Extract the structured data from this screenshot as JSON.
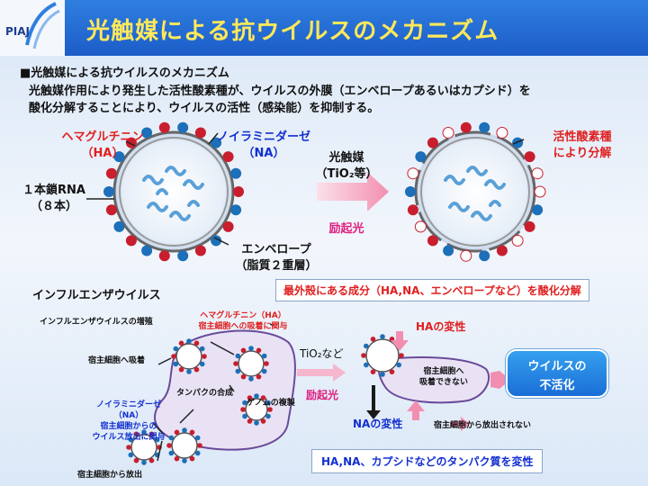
{
  "header": {
    "logo_text": "PIAJ",
    "title": "光触媒による抗ウイルスのメカニズム"
  },
  "intro": {
    "heading": "■光触媒による抗ウイルスのメカニズム",
    "line1": "光触媒作用により発生した活性酸素種が、ウイルスの外膜（エンベロープあるいはカプシド）を",
    "line2": "酸化分解することにより、ウイルスの活性（感染能）を抑制する。"
  },
  "top_diagram": {
    "ha_label1": "ヘマグルチニン",
    "ha_label2": "（HA）",
    "na_label1": "ノイラミニダーゼ",
    "na_label2": "（NA）",
    "rna_label1": "１本鎖RNA",
    "rna_label2": "（８本）",
    "envelope_label1": "エンベロープ",
    "envelope_label2": "（脂質２重層）",
    "catalyst_label1": "光触媒",
    "catalyst_label2": "（TiO₂等）",
    "excitation_label": "励起光",
    "ros_label1": "活性酸素種",
    "ros_label2": "により分解"
  },
  "bottom": {
    "influenza_title": "インフルエンザウイルス",
    "summary_box": "最外殻にある成分（HA,NA、エンベロープなど）を酸化分解",
    "proliferation_label": "インフルエンザウイルスの増殖",
    "ha_red1": "ヘマグルチニン（HA）",
    "ha_red2": "宿主細胞への吸着に関与",
    "adsorb_label": "宿主細胞へ吸着",
    "protein_synth": "タンパクの合成",
    "genome_rep": "ゲノムの複製",
    "na_blue1": "ノイラミニダーゼ",
    "na_blue2": "（NA）",
    "na_blue3": "宿主細胞からの",
    "na_blue4": "ウイルス放出に関与",
    "release_label": "宿主細胞から放出",
    "tio2_label": "TiO₂など",
    "excite2": "励起光",
    "ha_change": "HAの変性",
    "cannot_adsorb1": "宿主細胞へ",
    "cannot_adsorb2": "吸着できない",
    "inactivation1": "ウイルスの",
    "inactivation2": "不活化",
    "na_change": "NAの変性",
    "not_released": "宿主細胞から放出されない",
    "bottom_box": "HA,NA、カプシドなどのタンパク質を変性"
  }
}
